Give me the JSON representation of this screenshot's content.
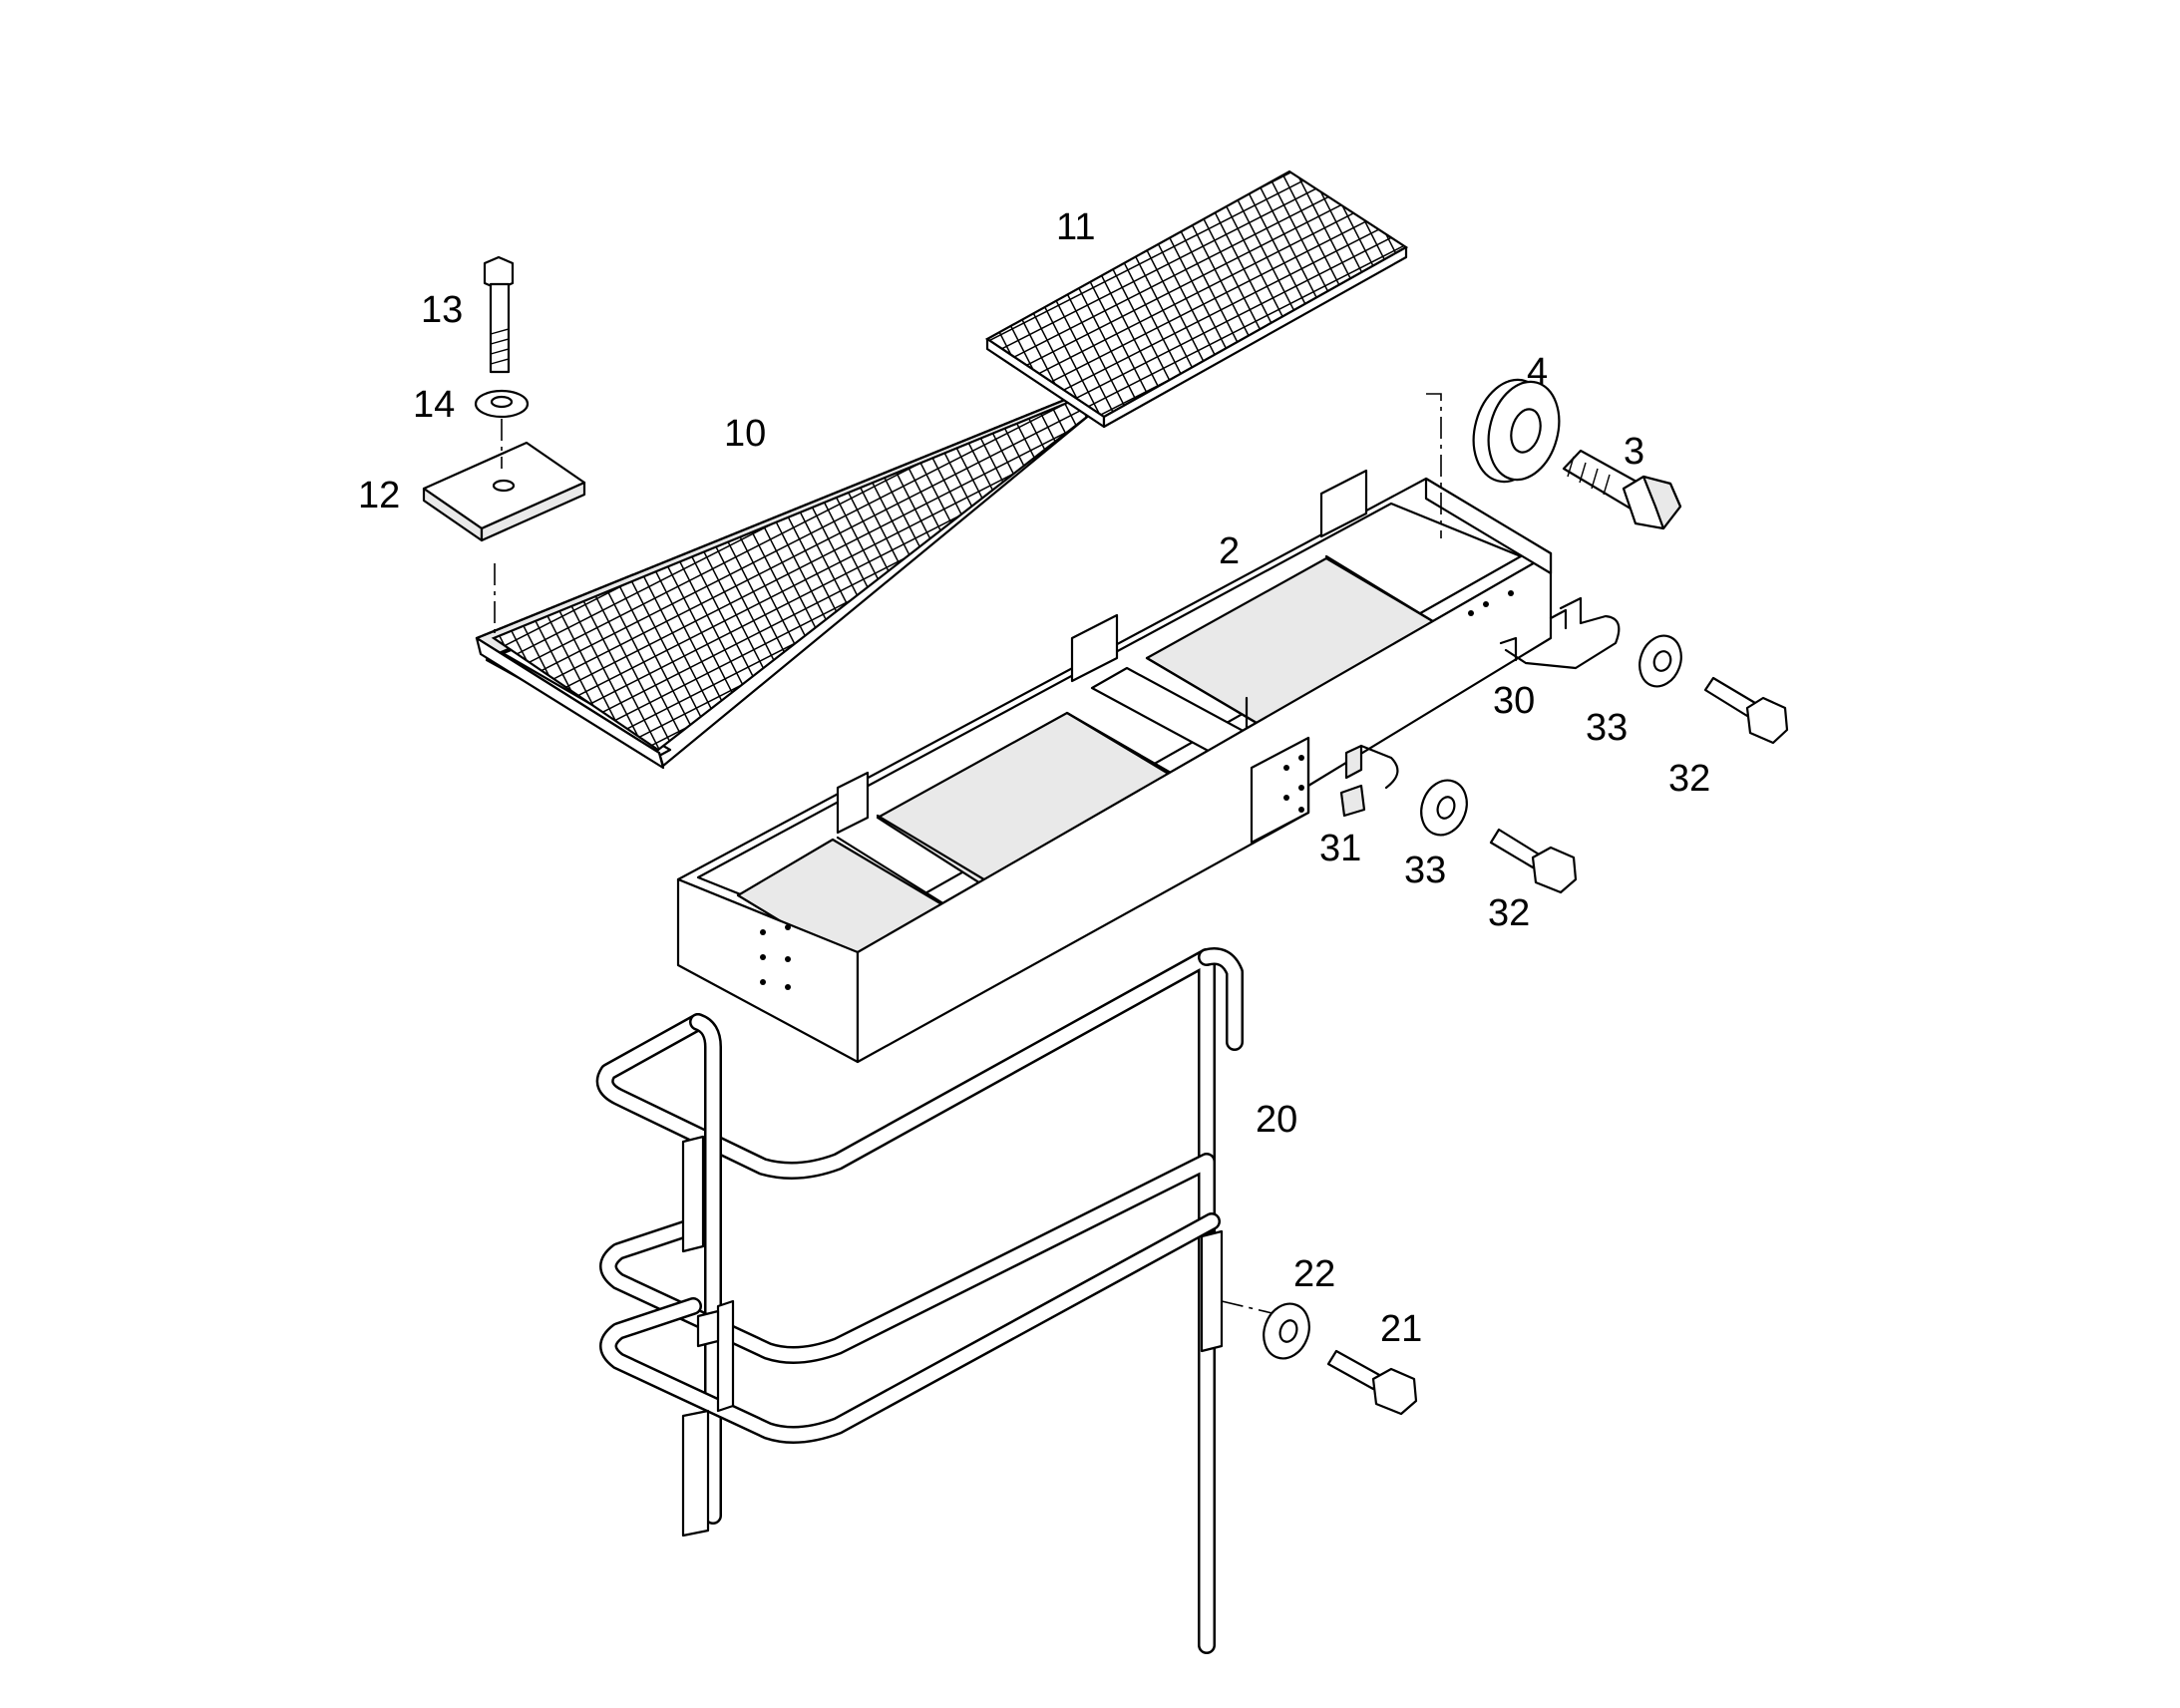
{
  "diagram": {
    "type": "exploded parts diagram",
    "callouts": [
      "2",
      "3",
      "4",
      "10",
      "11",
      "12",
      "13",
      "14",
      "20",
      "21",
      "22",
      "30",
      "31",
      "32",
      "33"
    ],
    "labels": {
      "l2": "2",
      "l3": "3",
      "l4": "4",
      "l10": "10",
      "l11": "11",
      "l12": "12",
      "l13": "13",
      "l14": "14",
      "l20": "20",
      "l21": "21",
      "l22": "22",
      "l30": "30",
      "l31": "31",
      "l32a": "32",
      "l32b": "32",
      "l33a": "33",
      "l33b": "33"
    }
  }
}
